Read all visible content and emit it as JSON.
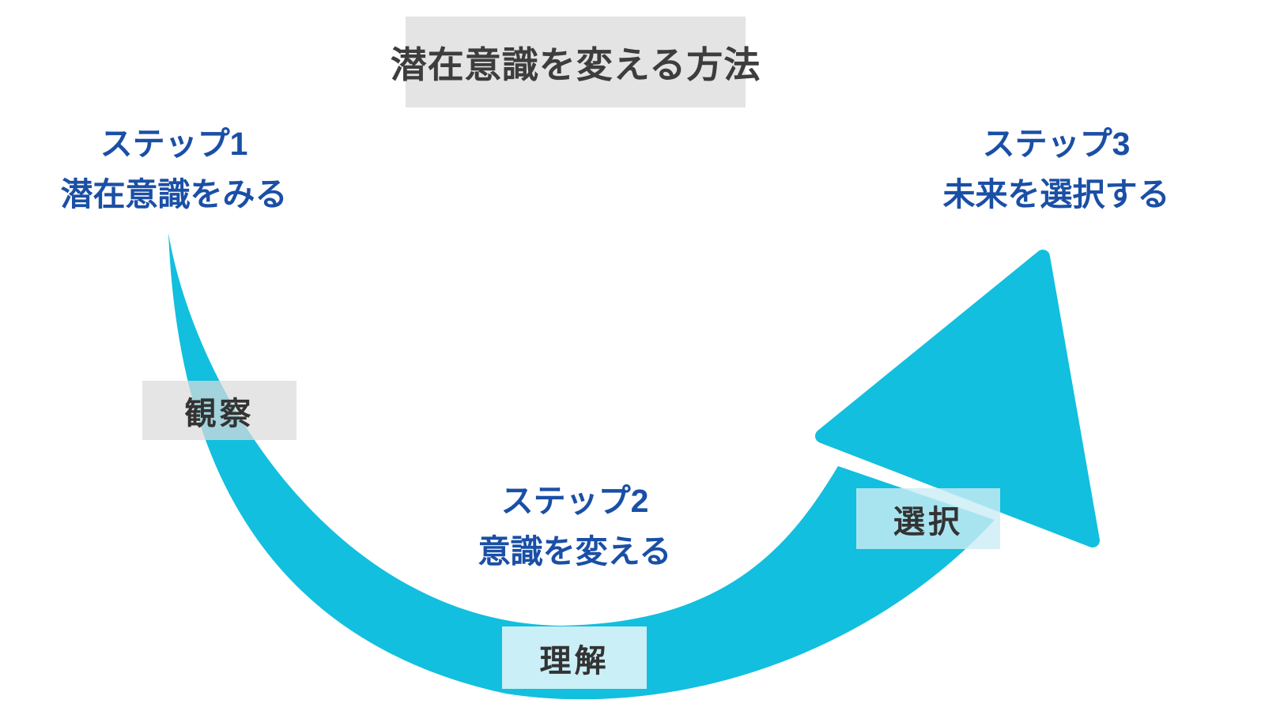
{
  "title": "潜在意識を変える方法",
  "steps": [
    {
      "name": "ステップ1",
      "caption": "潜在意識をみる"
    },
    {
      "name": "ステップ2",
      "caption": "意識を変える"
    },
    {
      "name": "ステップ3",
      "caption": "未来を選択する"
    }
  ],
  "arc_labels": [
    {
      "text": "観察"
    },
    {
      "text": "理解"
    },
    {
      "text": "選択"
    }
  ],
  "colors": {
    "arrow_cyan": "#12bfde",
    "step_text_blue": "#1a4fa6",
    "title_text": "#3d3d3d",
    "title_background": "#e4e4e4",
    "label_text": "#333333",
    "label_gray_background": "rgba(219,219,219,0.72)",
    "label_cyan_background": "rgba(203,237,244,0.81)",
    "background": "#ffffff"
  }
}
